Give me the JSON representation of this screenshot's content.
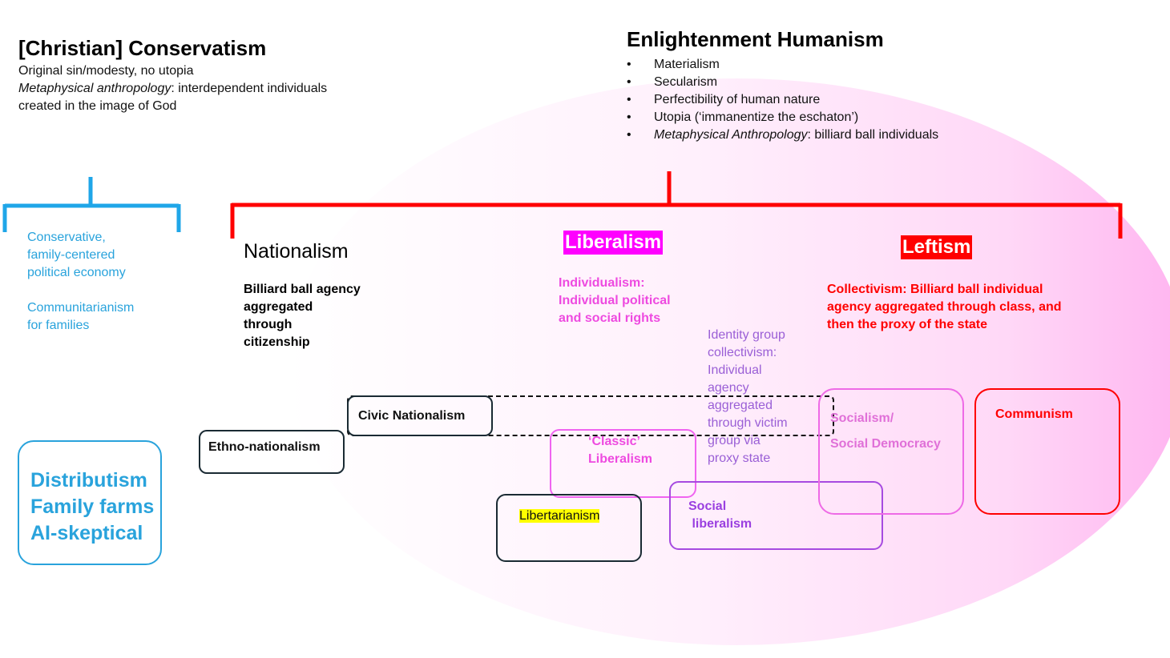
{
  "conservatism": {
    "title": "[Christian] Conservatism",
    "line1": "Original sin/modesty, no utopia",
    "line2_em": "Metaphysical anthropology",
    "line2_rest": ": interdependent individuals",
    "line3": "created in the image of God"
  },
  "enlightenment": {
    "title": "Enlightenment Humanism",
    "bullet_symbol": "•",
    "items": [
      "Materialism",
      "Secularism",
      "Perfectibility of human nature",
      "Utopia (‘immanentize the eschaton’)"
    ],
    "last_item_em": "Metaphysical Anthropology",
    "last_item_rest": ": billiard ball individuals"
  },
  "conservative_economy": {
    "line1": "Conservative,",
    "line2": "family-centered",
    "line3": "political economy",
    "line4": "Communitarianism",
    "line5": "for families"
  },
  "distributism": {
    "line1": "Distributism",
    "line2": "Family farms",
    "line3": "AI-skeptical"
  },
  "nationalism": {
    "title": "Nationalism",
    "desc": [
      "Billiard ball agency",
      "aggregated",
      "through",
      "citizenship"
    ]
  },
  "liberalism": {
    "title": "Liberalism",
    "desc": [
      "Individualism:",
      "Individual political",
      "and social rights"
    ]
  },
  "leftism": {
    "title": "Leftism",
    "desc": [
      "Collectivism: Billiard ball individual",
      "agency aggregated through class, and",
      "then the proxy of the state"
    ]
  },
  "identity_group": {
    "desc": [
      "Identity group",
      "collectivism:",
      "Individual",
      "agency",
      "aggregated",
      "through victim",
      "group via",
      "proxy state"
    ]
  },
  "boxes": {
    "civic_nationalism": "Civic Nationalism",
    "ethno_nationalism": "Ethno-nationalism",
    "classic_liberalism_1": "‘Classic’",
    "classic_liberalism_2": "Liberalism",
    "libertarianism": "Libertarianism",
    "social_liberalism_1": "Social",
    "social_liberalism_2": " liberalism",
    "socialism_1": "Socialism/",
    "socialism_2": "Social Democracy",
    "communism": "Communism"
  },
  "colors": {
    "conservative_blue": "#29a3dc",
    "enlightenment_red": "#ff0000",
    "liberal_magenta": "#ff00ff",
    "ellipse_pink": "#ffc6f4",
    "identity_purple": "#9a5fd6",
    "libertarian_highlight": "#ffff00"
  }
}
